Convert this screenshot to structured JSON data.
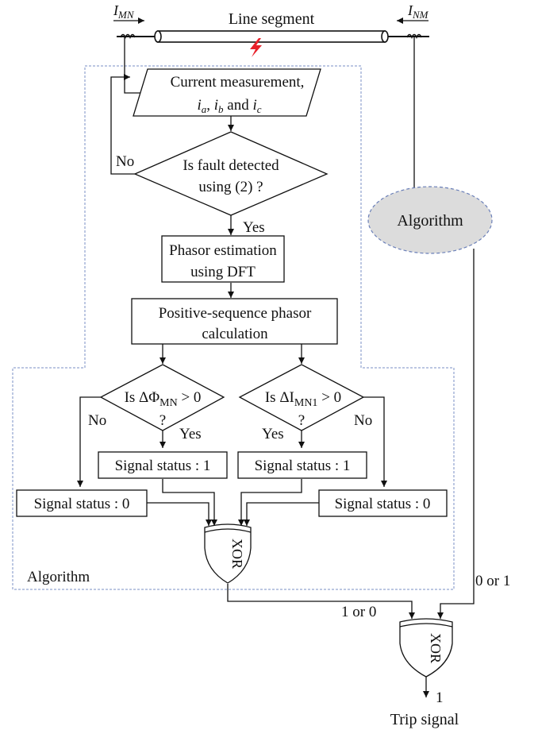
{
  "line": {
    "title": "Line segment",
    "left_current": {
      "main": "I",
      "sub": "MN"
    },
    "right_current": {
      "main": "I",
      "sub": "NM"
    }
  },
  "flow": {
    "measure": {
      "line1": "Current measurement,",
      "ia": "i",
      "ia_sub": "a",
      "ib": "i",
      "ib_sub": "b",
      "and": "and",
      "ic": "i",
      "ic_sub": "c"
    },
    "fault": {
      "line1": "Is fault detected",
      "line2": "using (2) ?"
    },
    "no_loop": "No",
    "yes_fault": "Yes",
    "phasor": {
      "line1": "Phasor estimation",
      "line2": "using DFT"
    },
    "positive": {
      "line1": "Positive-sequence phasor",
      "line2": "calculation"
    },
    "left_decision": {
      "prefix": "Is ΔΦ",
      "sub": "MN",
      "suffix": " > 0",
      "q": "?"
    },
    "right_decision": {
      "prefix": "Is ΔI",
      "sub": "MN1",
      "suffix": " > 0",
      "q": "?"
    },
    "left_no": "No",
    "left_yes": "Yes",
    "right_yes": "Yes",
    "right_no": "No",
    "signal_left_1": "Signal status : 1",
    "signal_right_1": "Signal status : 1",
    "signal_left_0": "Signal status : 0",
    "signal_right_0": "Signal status : 0",
    "xor1": "XOR",
    "inner_algorithm": "Algorithm"
  },
  "remote": {
    "algorithm": "Algorithm",
    "output": "0 or 1"
  },
  "final": {
    "local_output": "1 or 0",
    "xor2": "XOR",
    "result": "1",
    "trip": "Trip signal"
  },
  "colors": {
    "line": "#111111",
    "fault_bolt": "#e8202a",
    "dashed_border": "#7a8fc4",
    "algorithm_fill": "#dcdcdc",
    "algorithm_stroke": "#6a7fb8"
  }
}
